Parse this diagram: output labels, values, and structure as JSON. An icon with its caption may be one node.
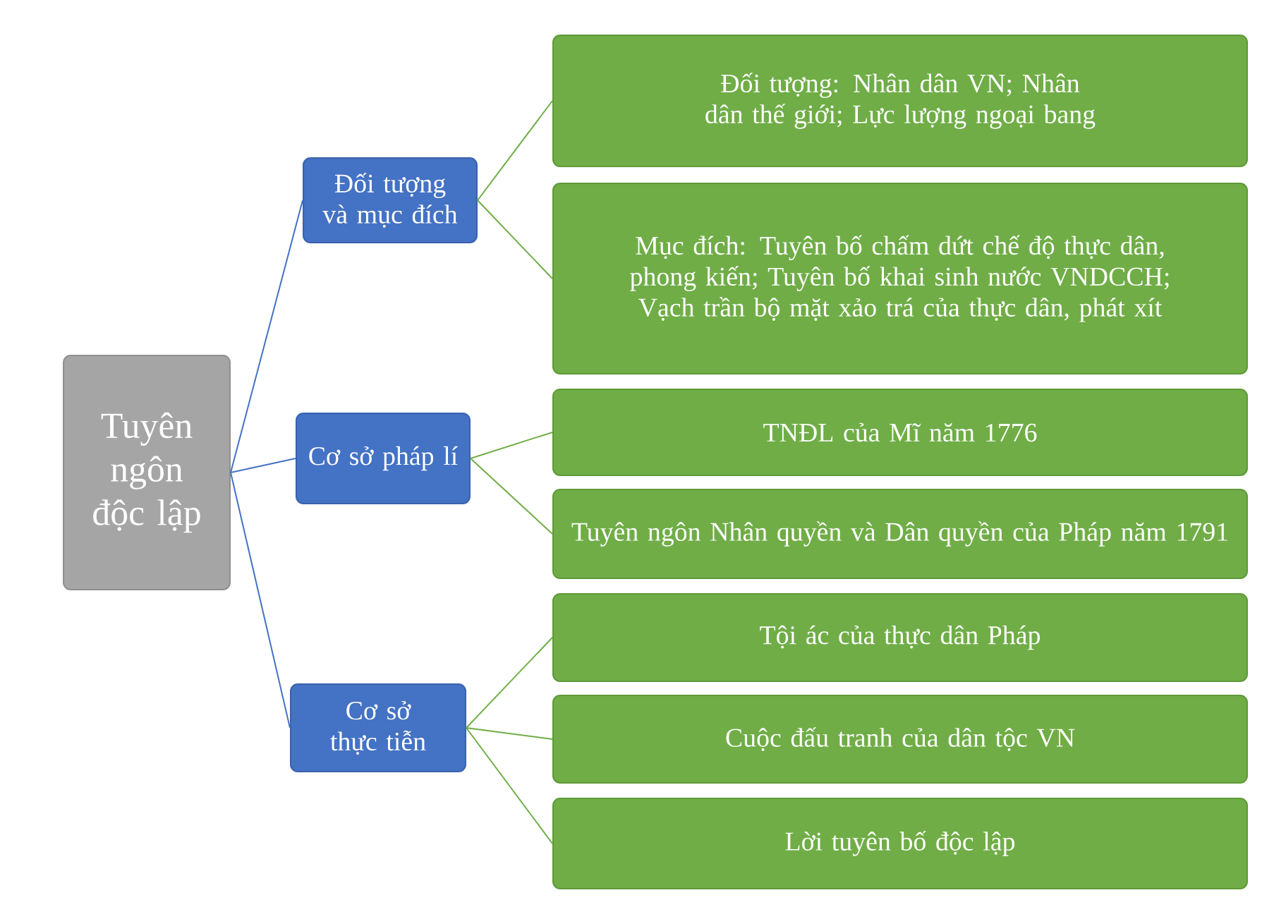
{
  "diagram": {
    "nodes": [
      {
        "text": [
          "Tuyên ngôn độc lập"
        ]
      },
      {
        "text": [
          "Đối tượng và mục đích"
        ]
      },
      {
        "text": [
          "Đối tượng: Nhân dân VN; Nhân dân thế giới; Lực lượng ngoại bang"
        ]
      },
      {
        "text": [
          "Mục đích: Tuyên bố chấm dứt chế độ thực dân, phong kiến; Tuyên bố khai sinh nước VNDCCH; Vạch trần bộ mặt xảo trá của thực dân, phát xít"
        ]
      },
      {
        "text": [
          "Cơ sở pháp lí"
        ]
      },
      {
        "text": [
          "TNĐL của Mĩ năm 1776"
        ]
      },
      {
        "text": [
          "Tuyên ngôn Nhân quyền và Dân quyền của Pháp năm 1791"
        ]
      },
      {
        "text": [
          "Cơ sở thực tiễn"
        ]
      },
      {
        "text": [
          "Tội ác của thực dân Pháp"
        ]
      },
      {
        "text": [
          "Cuộc đấu tranh của dân tộc VN"
        ]
      },
      {
        "text": [
          "Lời tuyên bố độc lập"
        ]
      }
    ],
    "edges": [
      {
        "from": 0,
        "to": 1,
        "arrow": "none",
        "color": "#4472c4"
      },
      {
        "from": 0,
        "to": 4,
        "arrow": "none",
        "color": "#4472c4"
      },
      {
        "from": 0,
        "to": 7,
        "arrow": "none",
        "color": "#4472c4"
      },
      {
        "from": 1,
        "to": 2,
        "arrow": "none"
      },
      {
        "from": 1,
        "to": 3,
        "arrow": "none"
      },
      {
        "from": 4,
        "to": 5,
        "arrow": "none"
      },
      {
        "from": 4,
        "to": 6,
        "arrow": "none"
      },
      {
        "from": 7,
        "to": 8,
        "arrow": "none"
      },
      {
        "from": 7,
        "to": 9,
        "arrow": "none"
      },
      {
        "from": 7,
        "to": 10,
        "arrow": "none"
      }
    ]
  }
}
